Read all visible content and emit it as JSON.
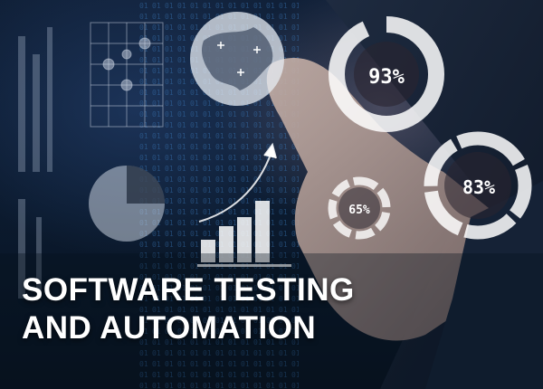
{
  "headline": {
    "line1": "SOFTWARE TESTING",
    "line2": "AND AUTOMATION"
  },
  "gauges": [
    {
      "label": "93%",
      "value": 93
    },
    {
      "label": "83%",
      "value": 83
    },
    {
      "label": "65%",
      "value": 65
    }
  ],
  "colors": {
    "background": "#0b1626",
    "overlay_white": "#ffffff",
    "binary_blue": "#2f6fb0",
    "hand_tone": "#b9a49c"
  },
  "icons": [
    "globe-icon",
    "bar-chart-icon",
    "pie-chart-icon",
    "grid-pattern-icon",
    "trend-arrow-icon"
  ]
}
